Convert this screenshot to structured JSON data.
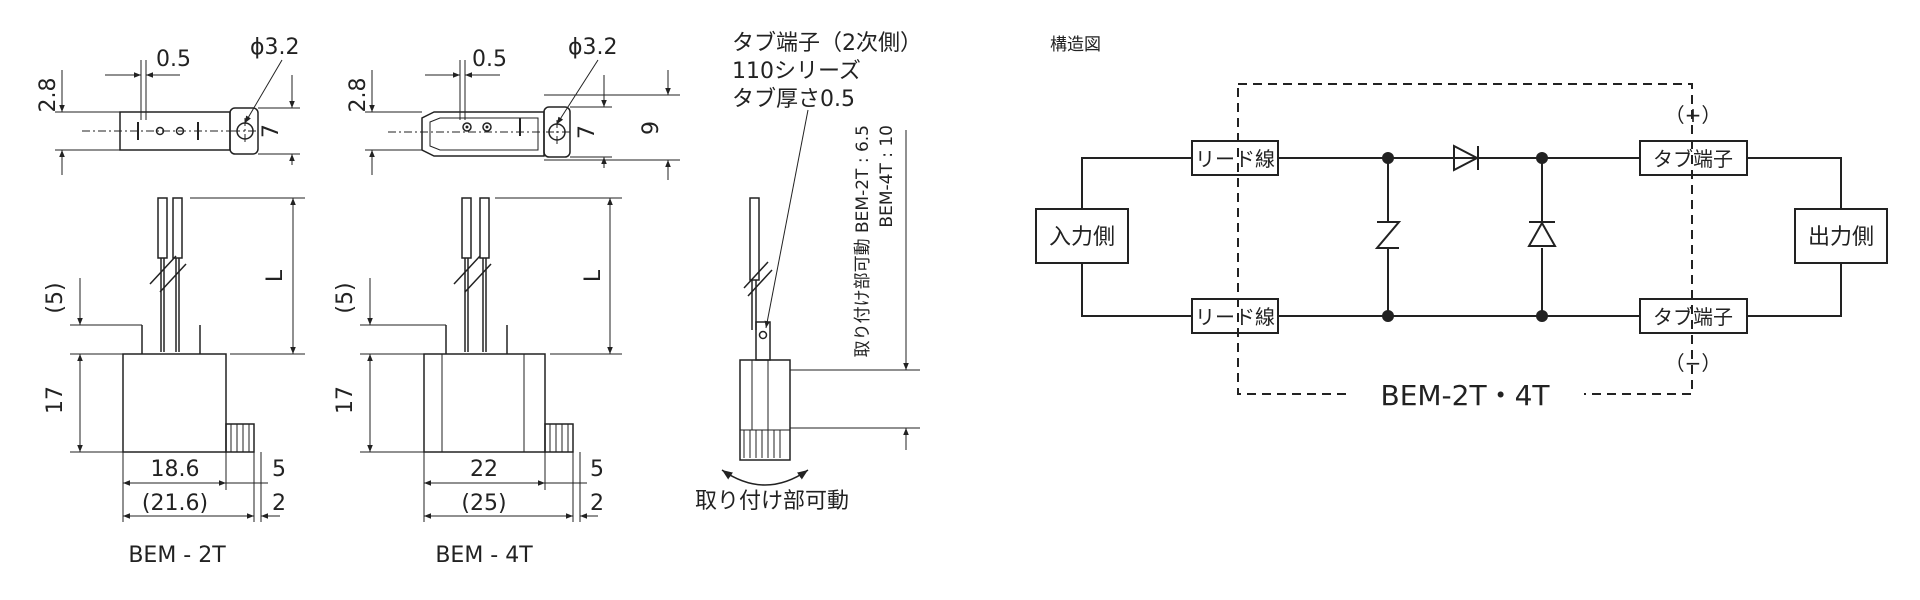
{
  "drawing": {
    "bem2t": {
      "dim_w_top": "0.5",
      "dim_hole": "ϕ3.2",
      "dim_h_top": "2.8",
      "dim_tab_h": "7",
      "dim_L": "L",
      "dim_5p": "(5)",
      "dim_17": "17",
      "dim_w1": "18.6",
      "dim_w2": "(21.6)",
      "dim_5": "5",
      "dim_2": "2",
      "caption": "BEM - 2T"
    },
    "bem4t": {
      "dim_w_top": "0.5",
      "dim_hole": "ϕ3.2",
      "dim_h_top": "2.8",
      "dim_tab_h": "7",
      "dim_9": "9",
      "dim_L": "L",
      "dim_5p": "(5)",
      "dim_17": "17",
      "dim_w1": "22",
      "dim_w2": "(25)",
      "dim_5": "5",
      "dim_2": "2",
      "caption": "BEM - 4T"
    },
    "side": {
      "note1": "タブ端子（2次側）",
      "note2": "110シリーズ",
      "note3": "タブ厚さ0.5",
      "vert1": "取り付け部可動 BEM-2T : 6.5",
      "vert2": "BEM-4T : 10",
      "bottom_label": "取り付け部可動"
    }
  },
  "schematic": {
    "title": "構造図",
    "input": "入力側",
    "output": "出力側",
    "lead_top": "リード線",
    "lead_bottom": "リード線",
    "tab_top": "タブ端子",
    "tab_bottom": "タブ端子",
    "plus": "（+）",
    "minus": "（−）",
    "model": "BEM-2T・4T"
  }
}
